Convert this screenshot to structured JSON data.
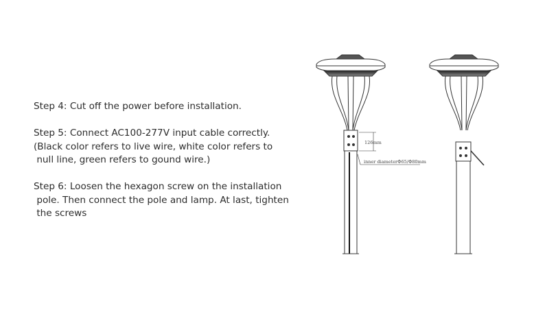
{
  "steps": [
    {
      "line1": "Step 4: Cut off the power before installation."
    },
    {
      "line1": "Step 5: Connect AC100-277V input cable correctly.",
      "line2": "(Black color refers to live wire, white color refers to",
      "line3": " null line, green refers to gound wire.)"
    },
    {
      "line1": "Step 6: Loosen the hexagon screw on the installation",
      "line2": " pole. Then connect the pole and lamp. At last, tighten",
      "line3": " the screws"
    }
  ],
  "drawing": {
    "height_label": "126mm",
    "diameter_label": "inner diameterΦ65/Φ80mm"
  }
}
